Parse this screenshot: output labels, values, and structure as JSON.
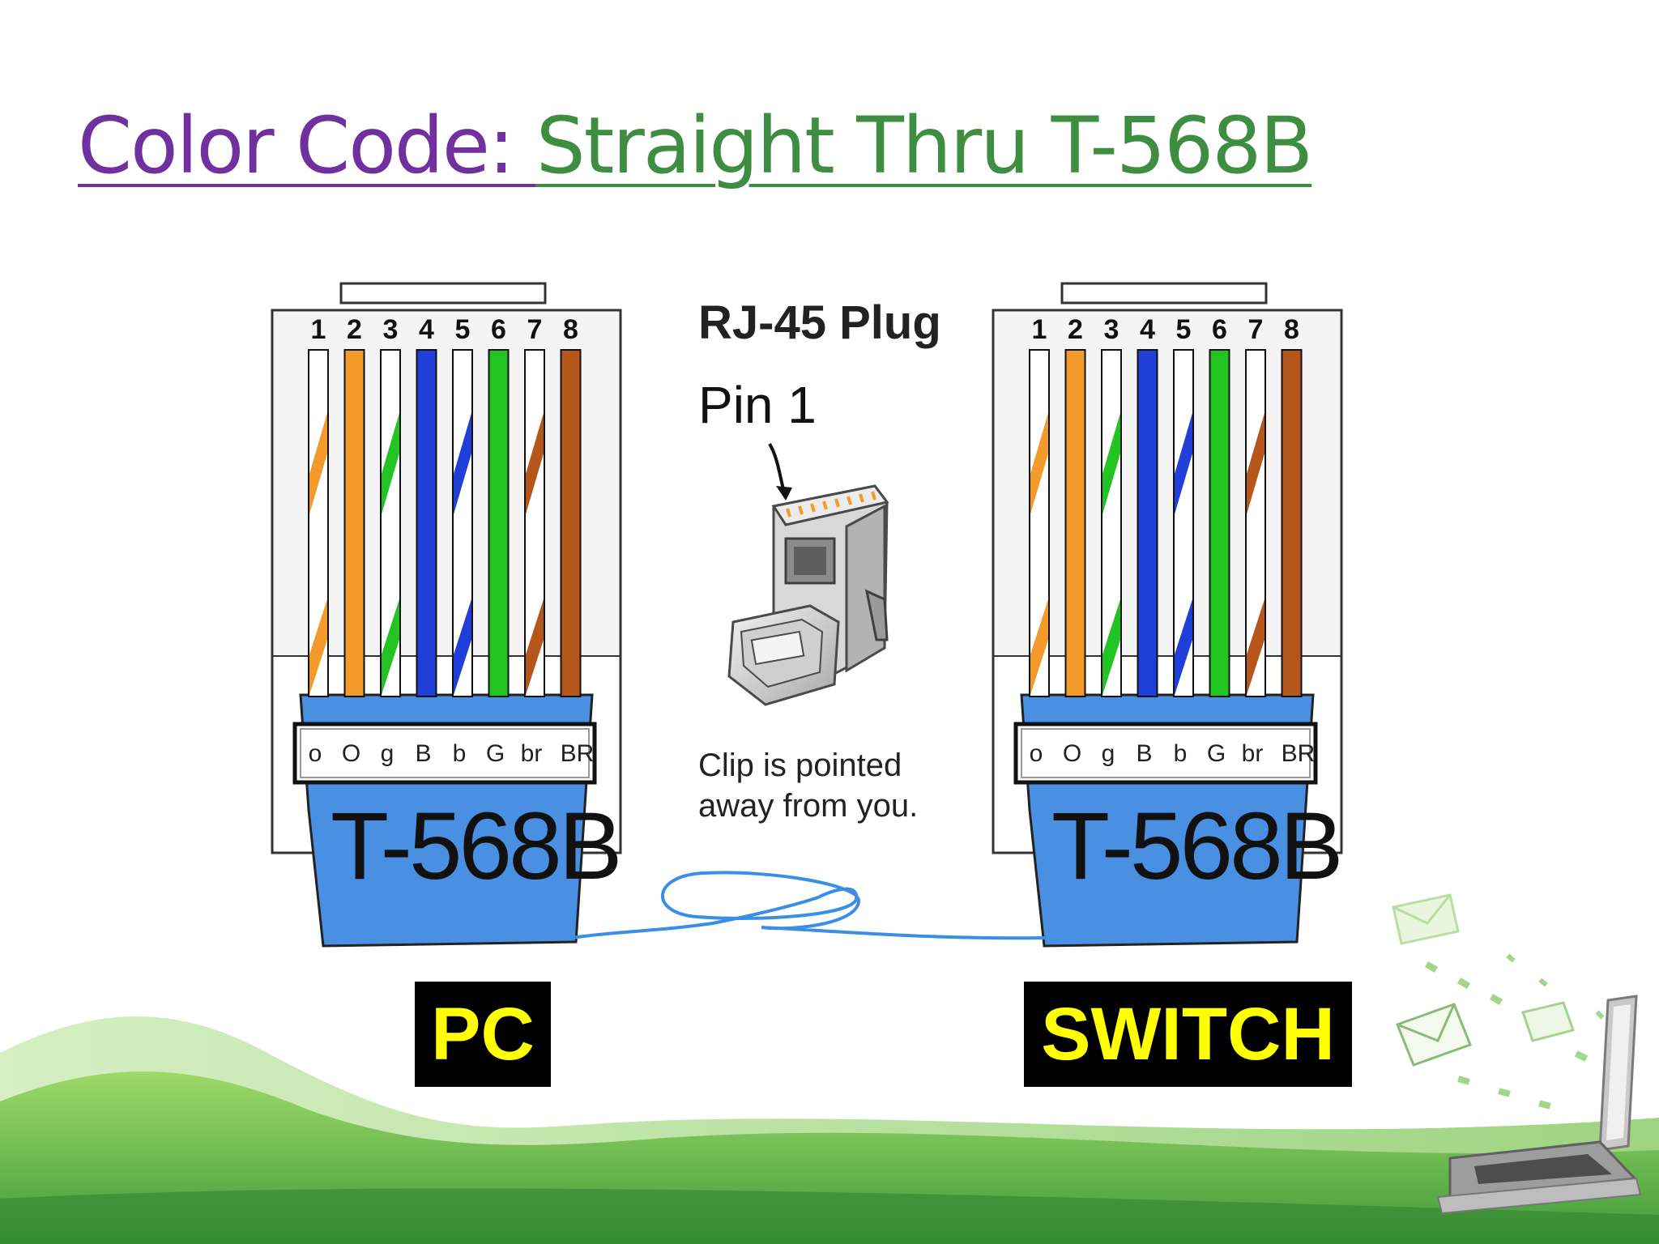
{
  "title": {
    "part1": "Color Code: ",
    "part2": "Straight Thru T-568B"
  },
  "colors": {
    "title_part1": "#7030a0",
    "title_part2": "#3e8e41",
    "jacket": "#4a90e2",
    "label_bg": "#000000",
    "label_text": "#ffff00",
    "cable": "#3a8ee6"
  },
  "connectors": [
    {
      "pin_numbers": [
        "1",
        "2",
        "3",
        "4",
        "5",
        "6",
        "7",
        "8"
      ],
      "wire_codes": [
        "o",
        "O",
        "g",
        "B",
        "b",
        "G",
        "br",
        "BR"
      ],
      "standard": "T-568B",
      "device_label": "PC"
    },
    {
      "pin_numbers": [
        "1",
        "2",
        "3",
        "4",
        "5",
        "6",
        "7",
        "8"
      ],
      "wire_codes": [
        "o",
        "O",
        "g",
        "B",
        "b",
        "G",
        "br",
        "BR"
      ],
      "standard": "T-568B",
      "device_label": "SWITCH"
    }
  ],
  "wires": [
    {
      "base": "white",
      "stripe": "#f39a2b"
    },
    {
      "base": "#f39a2b",
      "stripe": null
    },
    {
      "base": "white",
      "stripe": "#22c422"
    },
    {
      "base": "#1f3fd8",
      "stripe": null
    },
    {
      "base": "white",
      "stripe": "#1f3fd8"
    },
    {
      "base": "#22c422",
      "stripe": null
    },
    {
      "base": "white",
      "stripe": "#b5561b"
    },
    {
      "base": "#b5561b",
      "stripe": null
    }
  ],
  "plug": {
    "heading": "RJ-45 Plug",
    "pin_label": "Pin 1",
    "caption_line1": "Clip is pointed",
    "caption_line2": "away from you."
  }
}
